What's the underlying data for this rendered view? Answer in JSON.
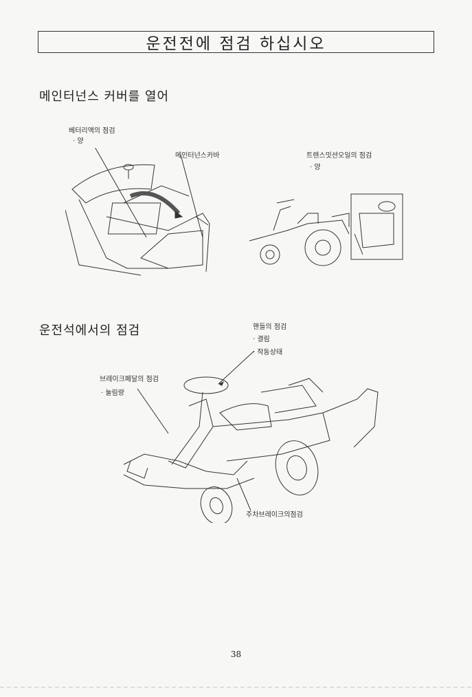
{
  "page": {
    "title": "운전전에 점검 하십시오",
    "page_number": "38"
  },
  "section1": {
    "heading": "메인터넌스 커버를 열어",
    "labels": {
      "battery": "베터리액의 점검",
      "battery_sub": "· 양",
      "cover": "메인터넌스카바",
      "transmission": "트렌스밋션오일의 점검",
      "transmission_sub": "· 양"
    }
  },
  "section2": {
    "heading": "운전석에서의 점검",
    "labels": {
      "handle": "핸들의 점검",
      "handle_sub1": "· 결림",
      "handle_sub2": "· 작동상태",
      "brake_pedal": "브레이크페달의 점검",
      "brake_pedal_sub": "· 눌림량",
      "parking_brake": "주차브레이크의점검"
    }
  }
}
